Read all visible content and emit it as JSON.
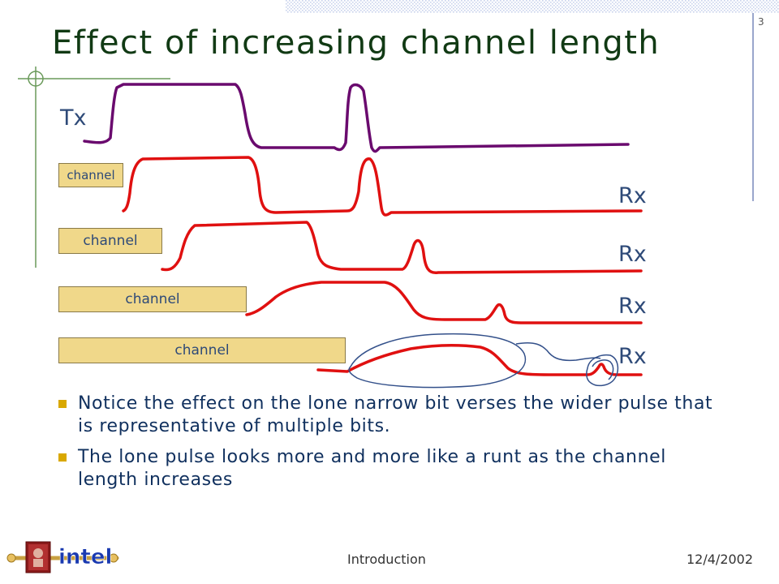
{
  "slide": {
    "page_number": "3",
    "title": "Effect of increasing channel length"
  },
  "diagram": {
    "tx_label": "Tx",
    "rx_labels": [
      "Rx",
      "Rx",
      "Rx",
      "Rx"
    ],
    "channel_labels": [
      "channel",
      "channel",
      "channel",
      "channel"
    ],
    "colors": {
      "tx": "#6a0a6e",
      "rx": "#e01010",
      "highlight": "#33508a",
      "channel_fill": "#f0d88a",
      "text": "#2e4a78"
    }
  },
  "bullets": [
    "Notice the effect on the lone narrow bit verses the wider pulse that is representative of multiple bits.",
    "The lone pulse looks more and more like a runt as the channel length increases"
  ],
  "footer": {
    "logo_text": "intel",
    "section": "Introduction",
    "date": "12/4/2002"
  }
}
